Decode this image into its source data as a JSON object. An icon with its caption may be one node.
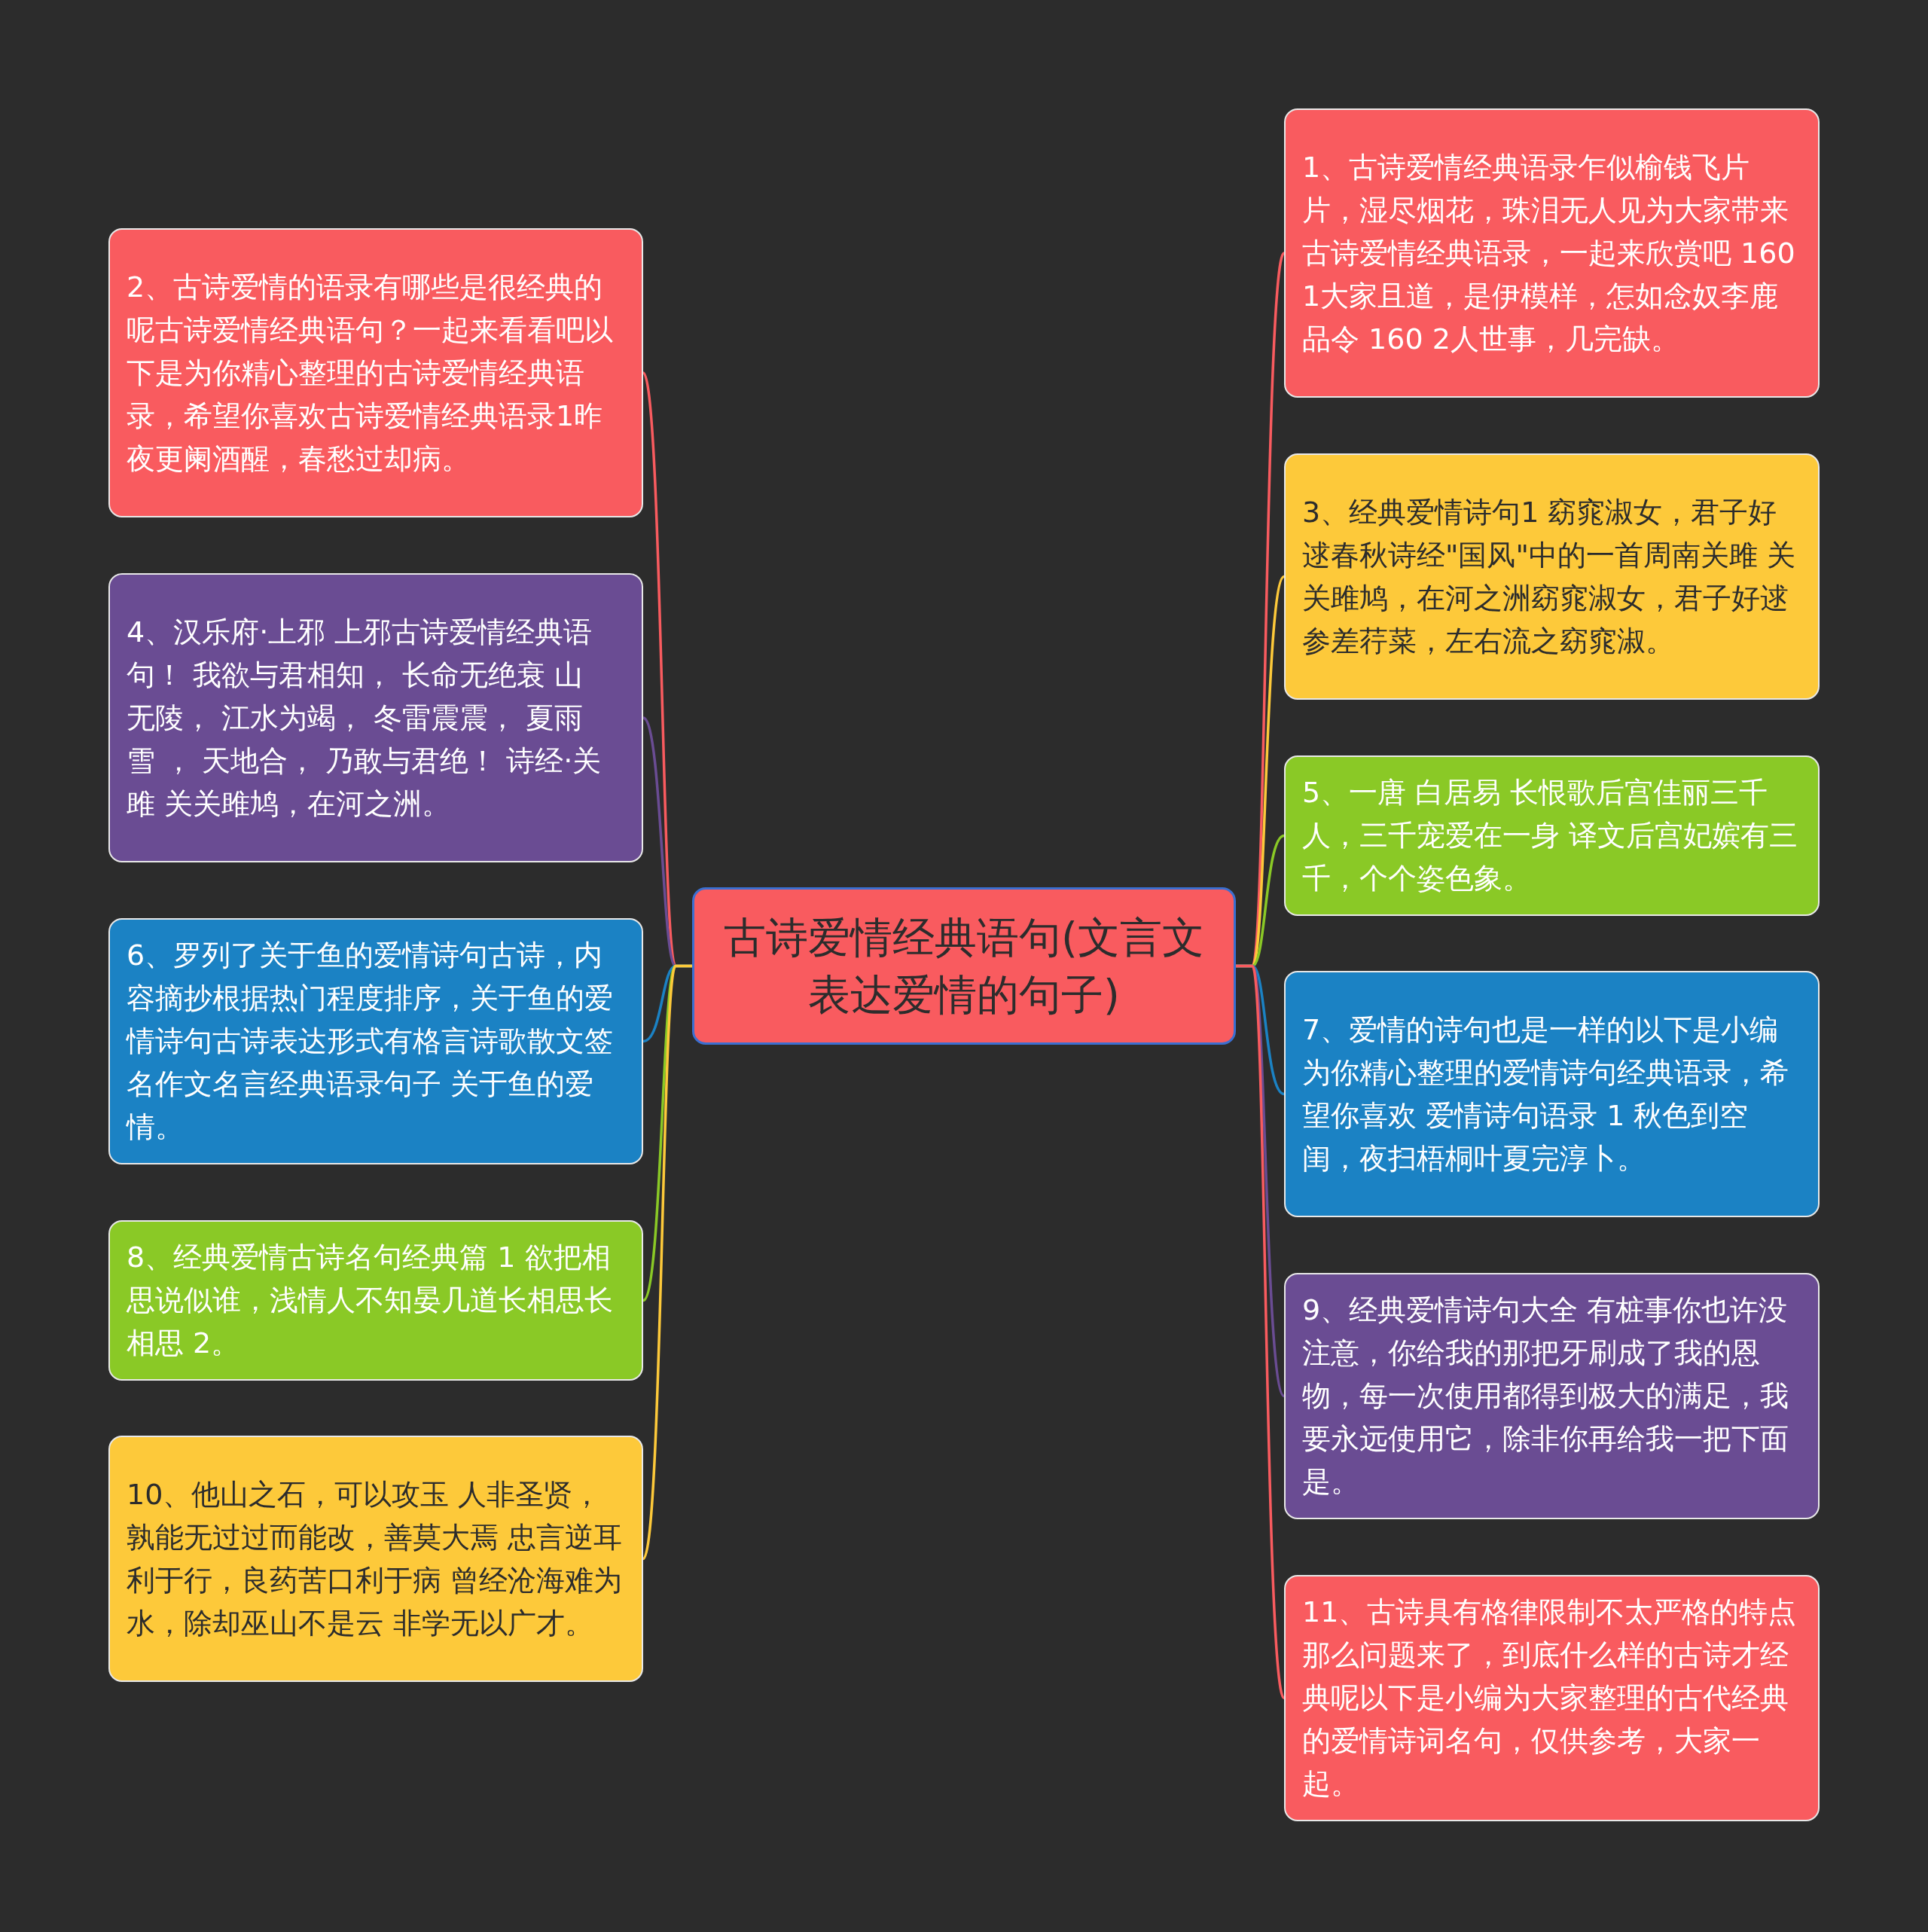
{
  "diagram": {
    "nodes": [
      {
        "text": [
          "古诗爱情经典语句(文言文表达爱情的句子)"
        ]
      },
      {
        "text": [
          "1、古诗爱情经典语录乍似榆钱飞片片，湿尽烟花，珠泪无人见为大家带来古诗爱情经典语录，一起来欣赏吧 160 1大家且道，是伊模样，怎如念奴李鹿品令 160 2人世事，几完缺。"
        ]
      },
      {
        "text": [
          "2、古诗爱情的语录有哪些是很经典的呢古诗爱情经典语句？一起来看看吧以下是为你精心整理的古诗爱情经典语录，希望你喜欢古诗爱情经典语录1昨夜更阑酒醒，春愁过却病。"
        ]
      },
      {
        "text": [
          "3、经典爱情诗句1 窈窕淑女，君子好逑春秋诗经\"国风\"中的一首周南关雎 关关雎鸠，在河之洲窈窕淑女，君子好逑参差荇菜，左右流之窈窕淑。"
        ]
      },
      {
        "text": [
          "4、汉乐府·上邪 上邪古诗爱情经典语句！ 我欲与君相知， 长命无绝衰 山无陵， 江水为竭， 冬雷震震， 夏雨雪 ， 天地合， 乃敢与君绝！ 诗经·关雎 关关雎鸠，在河之洲。"
        ]
      },
      {
        "text": [
          "5、一唐 白居易 长恨歌后宫佳丽三千人，三千宠爱在一身 译文后宫妃嫔有三千，个个姿色象。"
        ]
      },
      {
        "text": [
          "6、罗列了关于鱼的爱情诗句古诗，内容摘抄根据热门程度排序，关于鱼的爱情诗句古诗表达形式有格言诗歌散文签名作文名言经典语录句子 关于鱼的爱情。"
        ]
      },
      {
        "text": [
          "7、爱情的诗句也是一样的以下是小编为你精心整理的爱情诗句经典语录，希望你喜欢 爱情诗句语录 1 秋色到空闺，夜扫梧桐叶夏完淳卜。"
        ]
      },
      {
        "text": [
          "8、经典爱情古诗名句经典篇 1 欲把相思说似谁，浅情人不知晏几道长相思长相思 2。"
        ]
      },
      {
        "text": [
          "9、经典爱情诗句大全 有桩事你也许没注意，你给我的那把牙刷成了我的恩物，每一次使用都得到极大的满足，我要永远使用它，除非你再给我一把下面是。"
        ]
      },
      {
        "text": [
          "10、他山之石，可以攻玉 人非圣贤，孰能无过过而能改，善莫大焉 忠言逆耳利于行，良药苦口利于病 曾经沧海难为水，除却巫山不是云 非学无以广才。"
        ]
      },
      {
        "text": [
          "11、古诗具有格律限制不太严格的特点那么问题来了，到底什么样的古诗才经典呢以下是小编为大家整理的古代经典的爱情诗词名句，仅供参考，大家一起。"
        ]
      }
    ],
    "edges": [
      {
        "from": 0,
        "to": 1,
        "arrow": "none",
        "color": "#f95b5f"
      },
      {
        "from": 0,
        "to": 2,
        "arrow": "none",
        "color": "#f95b5f"
      },
      {
        "from": 0,
        "to": 3,
        "arrow": "none",
        "color": "#fdc93a"
      },
      {
        "from": 0,
        "to": 4,
        "arrow": "none",
        "color": "#6a4c93"
      },
      {
        "from": 0,
        "to": 5,
        "arrow": "none",
        "color": "#8ac926"
      },
      {
        "from": 0,
        "to": 6,
        "arrow": "none",
        "color": "#1b82c4"
      },
      {
        "from": 0,
        "to": 7,
        "arrow": "none",
        "color": "#1b82c4"
      },
      {
        "from": 0,
        "to": 8,
        "arrow": "none",
        "color": "#8ac926"
      },
      {
        "from": 0,
        "to": 9,
        "arrow": "none",
        "color": "#6a4c93"
      },
      {
        "from": 0,
        "to": 10,
        "arrow": "none",
        "color": "#fdc93a"
      },
      {
        "from": 0,
        "to": 11,
        "arrow": "none",
        "color": "#f95b5f"
      }
    ]
  }
}
